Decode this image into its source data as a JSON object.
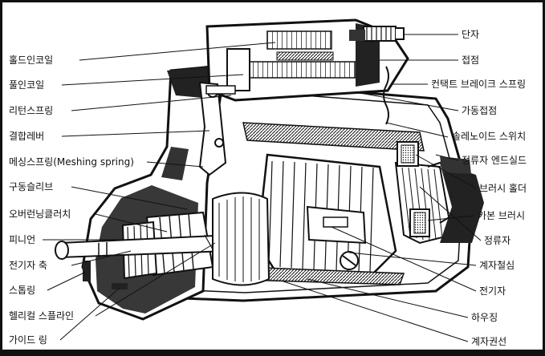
{
  "labels_left": [
    "홀드인코일",
    "풀인코일",
    "리턴스프링",
    "결합레버",
    "메싱스프링(Meshing spring)",
    "구동슬리브",
    "오버런닝클러치",
    "피니언",
    "전기자 축",
    "스톱링",
    "헬리컬 스플라인",
    "가이드 링"
  ],
  "labels_right": [
    "단자",
    "접점",
    "컨택트 브레이크 스프링",
    "가동접점",
    "솔레노이드 스위치",
    "정류자 엔드실드",
    "브러시 홀더",
    "카본 브러시",
    "정류자",
    "계자철심",
    "전기자",
    "하우징",
    "계자권선"
  ],
  "colors": {
    "ink": "#111111",
    "paper": "#ffffff",
    "shade": "#555555"
  }
}
